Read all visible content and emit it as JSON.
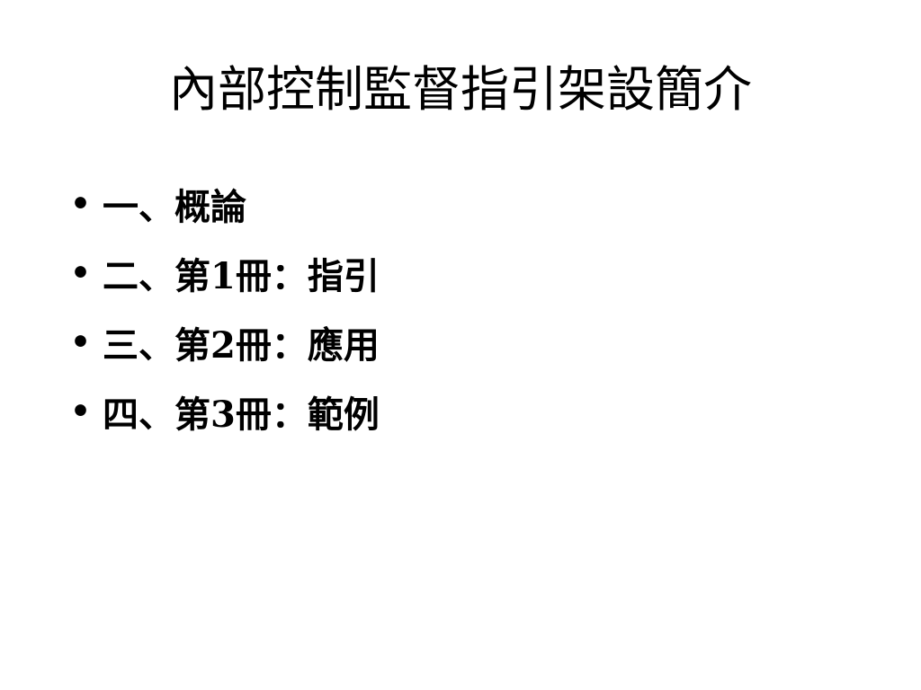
{
  "slide": {
    "title": "內部控制監督指引架設簡介",
    "bullet_symbol": "•",
    "items": [
      "一、概論",
      "二、第1冊：指引",
      "三、第2冊：應用",
      "四、第3冊：範例"
    ]
  }
}
